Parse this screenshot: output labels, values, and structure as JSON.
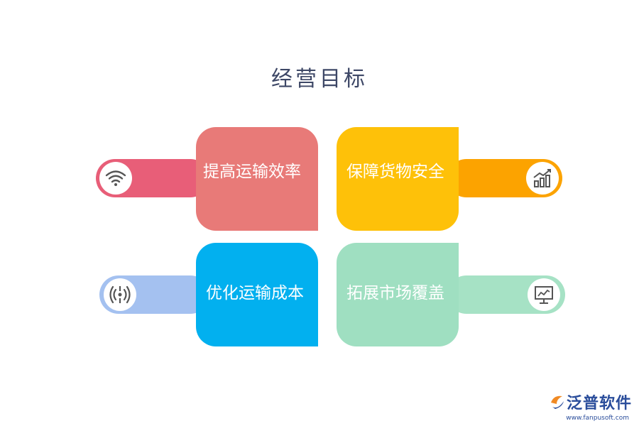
{
  "title": "经营目标",
  "items": [
    {
      "label": "提高运输效率",
      "icon": "wifi-icon",
      "color": "#e85e78"
    },
    {
      "label": "保障货物安全",
      "icon": "rising-chart-icon",
      "color": "#fca300"
    },
    {
      "label": "优化运输成本",
      "icon": "signal-broadcast-icon",
      "color": "#a4c1f0"
    },
    {
      "label": "拓展市场覆盖",
      "icon": "presentation-board-icon",
      "color": "#a6e2c5"
    }
  ],
  "logo": {
    "name": "泛普软件",
    "url": "www.fanpusoft.com"
  }
}
